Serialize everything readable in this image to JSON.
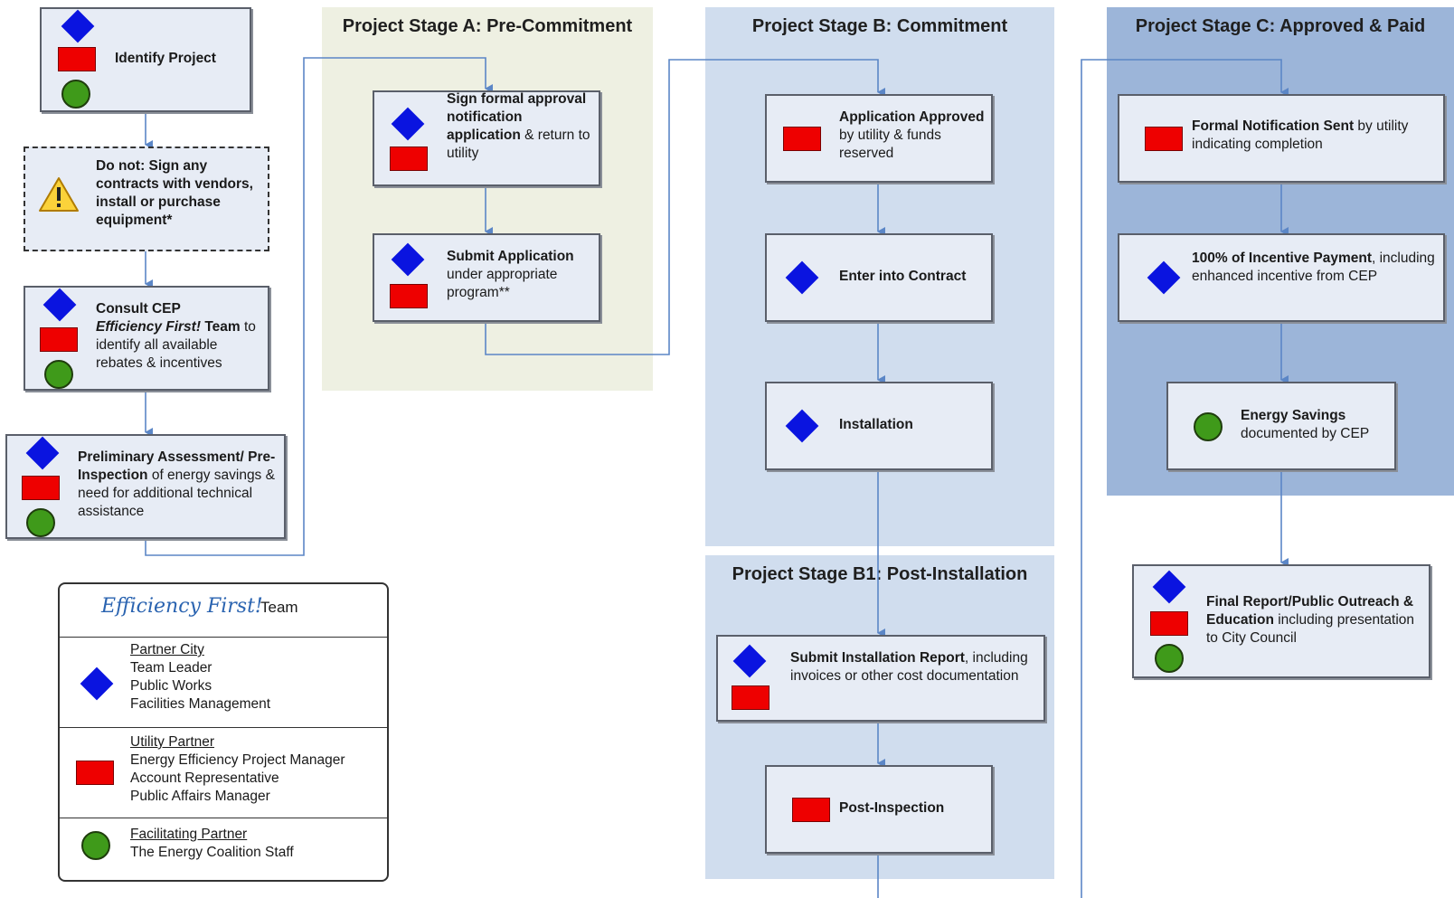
{
  "stages": {
    "a": "Project Stage A: Pre-Commitment",
    "b": "Project Stage B: Commitment",
    "b1": "Project Stage B1: Post-Installation",
    "c": "Project Stage C: Approved & Paid"
  },
  "colors": {
    "stage_a": "#eef0e2",
    "stage_b": "#d0ddee",
    "stage_c": "#9cb5d9",
    "diamond": "#0a14e0",
    "rect": "#ee0000",
    "circle": "#3f9a1a",
    "connector": "#5b86c6"
  },
  "icons": {
    "diamond": "blue-diamond-icon",
    "rect": "red-rectangle-icon",
    "circle": "green-circle-icon",
    "warning": "warning-triangle-icon"
  },
  "nodes": {
    "identify": {
      "bold": "Identify Project"
    },
    "donot": {
      "bold": "Do not: Sign any contracts with vendors, install or purchase equipment*"
    },
    "consult": {
      "b1": "Consult CEP",
      "i": "Efficiency First!",
      "b2": " Team",
      "rest": "to identify all available rebates & incentives"
    },
    "prelim": {
      "bold": "Preliminary Assessment/ Pre-Inspection",
      "rest": " of energy savings & need for additional technical assistance"
    },
    "sign": {
      "bold": "Sign formal approval notification application",
      "rest": " & return to utility"
    },
    "submit_app": {
      "bold": "Submit Application",
      "rest": "under appropriate program**"
    },
    "app_approved": {
      "bold": "Application Approved",
      "rest": " by utility & funds reserved"
    },
    "contract": {
      "bold": "Enter into Contract"
    },
    "installation": {
      "bold": "Installation"
    },
    "submit_install": {
      "bold": "Submit Installation Report",
      "rest": ", including invoices or other cost documentation"
    },
    "post_insp": {
      "bold": "Post-Inspection"
    },
    "formal_notif": {
      "bold": "Formal Notification Sent",
      "rest": " by utility indicating completion"
    },
    "incentive": {
      "bold": "100% of Incentive Payment",
      "rest": ", including enhanced incentive from CEP"
    },
    "savings": {
      "bold": "Energy Savings",
      "rest": "documented by CEP"
    },
    "final": {
      "bold": "Final Report/Public Outreach & Education",
      "rest": " including presentation to City Council"
    }
  },
  "legend": {
    "logo": "Efficiency First!",
    "team": "Team",
    "partner_city": {
      "title": "Partner City",
      "lines": [
        "Team Leader",
        "Public Works",
        "Facilities Management"
      ]
    },
    "utility": {
      "title": "Utility Partner",
      "lines": [
        "Energy Efficiency Project Manager",
        "Account Representative",
        "Public Affairs Manager"
      ]
    },
    "facilitating": {
      "title": "Facilitating Partner",
      "lines": [
        "The Energy Coalition Staff"
      ]
    }
  }
}
